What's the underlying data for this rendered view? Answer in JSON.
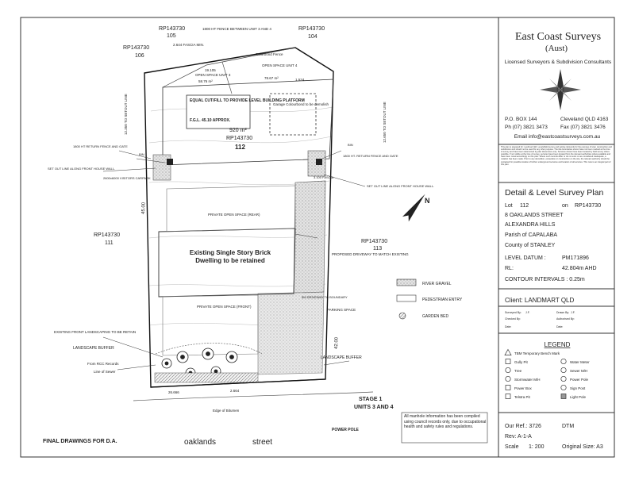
{
  "company": {
    "name_line1": "East Coast Surveys",
    "name_line2": "(Aust)",
    "subtitle": "Licensed Surveyors & Subdivision Consultants",
    "po_box": "P.O. BOX 144",
    "location": "Cleveland QLD 4163",
    "phone": "Ph (07) 3821 3473",
    "fax": "Fax (07) 3821 3476",
    "email": "Email info@eastcoastsurveys.com.au"
  },
  "disclaimer": "This plan is prepared for: Landmart Qld. Levels/field survey and setting rebounds for the purpose of town construction and subdivision and should not be used for any other purpose. The title boundaries shown have not been marked at the time of survey and have been determined by plan dimensions only. Services shown have been located by field survey where possible. If not visible at the time of survey, services have been located from the relevant authorities where available and have been noted accordingly on this plan. Where such records differ or do not exist or are considered inadequate, a notation has been made. Prior to any demolition, excavation or construction on the site, the relevant authority should be contacted for possible location of further underground services and location of all services. This note is an integral part of this plan.",
  "plan": {
    "title": "Detail & Level Survey Plan",
    "lot_label": "Lot",
    "lot": "112",
    "on_label": "on",
    "plan_no": "RP143730",
    "street": "8 OAKLANDS STREET",
    "suburb": "ALEXANDRA HILLS",
    "parish": "Parish of CAPALABA",
    "county": "County of  STANLEY",
    "datum_label": "LEVEL DATUM :",
    "datum": "PM171896",
    "rl_label": "RL:",
    "rl": "42.804m AHD",
    "contour": "CONTOUR INTERVALS :  0.25m"
  },
  "client": "Client: LANDMART QLD",
  "signoff": {
    "surveyed_by": "Surveyed By:",
    "drawn_by": "Drawn By:",
    "checked_by": "Checked By:",
    "authorised_by": "Authorised By:",
    "date1": "Date:",
    "date2": "Date:",
    "initials1": "J.F.",
    "initials2": "J.F."
  },
  "legend": {
    "title": "LEGEND",
    "items": [
      {
        "symbol": "triangle",
        "label": "TBM Temporary Bench Mark"
      },
      {
        "symbol": "gully",
        "label": "Gully Pit"
      },
      {
        "symbol": "meter",
        "label": "Water Meter"
      },
      {
        "symbol": "tree",
        "label": "Tree"
      },
      {
        "symbol": "sewer",
        "label": "Sewer M/H"
      },
      {
        "symbol": "storm",
        "label": "Stormwater M/H"
      },
      {
        "symbol": "pole",
        "label": "Power Pole"
      },
      {
        "symbol": "box",
        "label": "Power Box"
      },
      {
        "symbol": "sign",
        "label": "Sign Post"
      },
      {
        "symbol": "telstra",
        "label": "Telstra Pit"
      },
      {
        "symbol": "light",
        "label": "Light Pole"
      }
    ]
  },
  "refs": {
    "our_ref": "Our Ref.: 3726",
    "dtm": "DTM",
    "rev": "Rev: A-1-A",
    "scale_label": "Scale",
    "scale": "1: 200",
    "original_size": "Original Size: A3"
  },
  "drawing": {
    "lot_number": "112",
    "lot_plan": "RP143730",
    "area": "920 m²",
    "neighbours": [
      {
        "plan": "RP143730",
        "lot": "105"
      },
      {
        "plan": "RP143730",
        "lot": "104"
      },
      {
        "plan": "RP143730",
        "lot": "106"
      },
      {
        "plan": "RP143730",
        "lot": "111"
      },
      {
        "plan": "RP143730",
        "lot": "113"
      }
    ],
    "labels": {
      "fence_top": "1800 HT FENCE BETWEEN UNIT 3 AND 4",
      "fascia_top": "2.644 FASCIA MIN.",
      "colorbond_fence_top": "Colorbond Fence",
      "open_space_3": "OPEN SPACE UNIT 3",
      "open_space_3_area": "58.76 m²",
      "open_space_4": "OPEN SPACE UNIT 4",
      "open_space_4_area": "78.67 m²",
      "equal_cut": "EQUAL CUT/FILL TO PROVIDE LEVEL BUILDING PLATFORM",
      "fgl": "F.G.L. 45.10 APPROX.",
      "garage": "Garage Colourbond to be demolish",
      "bin_left": "BIN",
      "bin_right": "BIN",
      "return_fence_left": "1800 HT RETURN FENCE AND GATE",
      "return_fence_right": "1800 HT. RETURN FENCE AND GATE",
      "setout_left": "SET OUT LINE ALONG FRONT HOUSE WALL.",
      "setout_right": "SET OUT LINE ALONG FRONT HOUSE WALL.",
      "visitors": "2600x6000 VISITORS CARPARK",
      "fascia_right": "3.100 FASCIA",
      "private_rear": "PRIVATE OPEN SPACE (REAR)",
      "existing_house": "Existing Single Story Brick Dwelling to be retained",
      "driveway": "PROPOSED DRIVEWAY TO MATCH EXISTING",
      "driveway_boundary": "5M DRIVEWAY TO BOUNDARY",
      "parking": "PARKING SPACE",
      "private_front": "PRIVATE OPEN SPACE (FRONT)",
      "front_landscaping": "EXISTING FRONT LANDSCAPING TO BE RETAIN",
      "landscape_buffer_l": "LANDSCAPE BUFFER",
      "landscape_buffer_r": "LANDSCAPE BUFFER",
      "from_rcc": "From RCC Records",
      "line_sewer": "Line of Sewer",
      "edge_bitumen": "Edge of Bitumen",
      "stage": "STAGE 1",
      "units": "UNITS 3 AND 4",
      "manhole_note": "All manhole information has been compiled using council records only, due to occupational health and safety rules and regulations.",
      "power_pole": "POWER POLE",
      "final": "FINAL DRAWINGS FOR D.A.",
      "street_name": "oaklands",
      "street_word": "street",
      "setout_line_l": "12.350 TO SETOUT LINE",
      "setout_line_r": "12.650 TO SETOUT LINE",
      "dim_45": "45.00",
      "dim_42": "42.00",
      "dim_19": "19.105",
      "dim_1524": "1.524",
      "dim_2666": "26.666",
      "dim_2664": "2.664",
      "north": "N"
    },
    "key": {
      "river_gravel": "RIVER GRAVEL",
      "pedestrian": "PEDESTRIAN ENTRY",
      "garden_bed": "GARDEN BED"
    }
  }
}
